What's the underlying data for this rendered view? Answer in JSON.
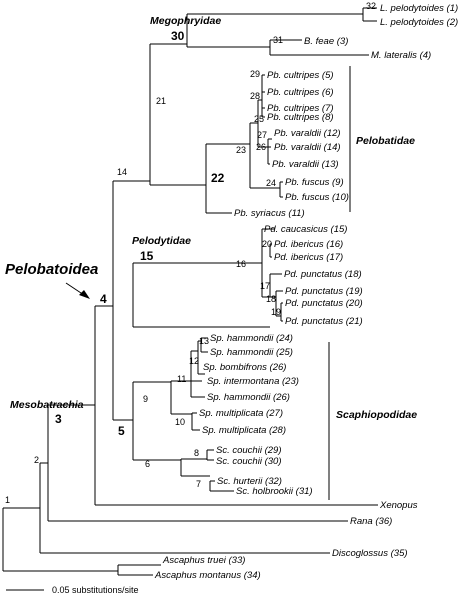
{
  "tree": {
    "leaves": [
      {
        "name": "L. pelodytoides",
        "num": "1",
        "sep": ")"
      },
      {
        "name": "L. pelodytoides",
        "num": "2"
      },
      {
        "name": "B. feae",
        "num": "3"
      },
      {
        "name": "M. lateralis",
        "num": "4"
      },
      {
        "name": "Pb. cultripes",
        "num": "5"
      },
      {
        "name": "Pb. cultripes",
        "num": "6"
      },
      {
        "name": "Pb. cultripes",
        "num": "7"
      },
      {
        "name": "Pb. cultripes",
        "num": "8"
      },
      {
        "name": "Pb. varaldii",
        "num": "12"
      },
      {
        "name": "Pb. varaldii",
        "num": "14"
      },
      {
        "name": "Pb. varaldii",
        "num": "13"
      },
      {
        "name": "Pb. fuscus",
        "num": "9"
      },
      {
        "name": "Pb. fuscus",
        "num": "10"
      },
      {
        "name": "Pb. syriacus",
        "num": "11"
      },
      {
        "name": "Pd. caucasicus",
        "num": "15"
      },
      {
        "name": "Pd. ibericus",
        "num": "16"
      },
      {
        "name": "Pd. ibericus",
        "num": "17"
      },
      {
        "name": "Pd. punctatus",
        "num": "18"
      },
      {
        "name": "Pd. punctatus",
        "num": "19"
      },
      {
        "name": "Pd. punctatus",
        "num": "20"
      },
      {
        "name": "Pd. punctatus",
        "num": "21"
      },
      {
        "name": "Sp. hammondii",
        "num": "24"
      },
      {
        "name": "Sp. hammondii",
        "num": "25"
      },
      {
        "name": "Sp. bombifrons",
        "num": "26"
      },
      {
        "name": "Sp. intermontana",
        "num": "23"
      },
      {
        "name": "Sp. hammondii",
        "num": "26"
      },
      {
        "name": "Sp. multiplicata",
        "num": "27"
      },
      {
        "name": "Sp. multiplicata",
        "num": "28"
      },
      {
        "name": "Sc. couchii",
        "num": "29"
      },
      {
        "name": "Sc. couchii",
        "num": "30"
      },
      {
        "name": "Sc. hurterii",
        "num": "32"
      },
      {
        "name": "Sc. holbrookii",
        "num": "31"
      },
      {
        "name": "Xenopus",
        "num": ""
      },
      {
        "name": "Rana",
        "num": "36"
      },
      {
        "name": "Discoglossus",
        "num": "35"
      },
      {
        "name": "Ascaphus truei",
        "num": "33"
      },
      {
        "name": "Ascaphus montanus",
        "num": "34"
      }
    ],
    "node_numbers": [
      "32",
      "31",
      "29",
      "28",
      "27",
      "26",
      "25",
      "24",
      "23",
      "21",
      "14",
      "20",
      "17",
      "18",
      "19",
      "16",
      "13",
      "12",
      "11",
      "10",
      "9",
      "8",
      "7",
      "6",
      "2",
      "1"
    ],
    "major_nodes": [
      "30",
      "22",
      "15",
      "4",
      "5",
      "3"
    ],
    "clades": {
      "megophryidae": "Megophryidae",
      "pelobatidae": "Pelobatidae",
      "pelodytidae": "Pelodytidae",
      "pelobatoidea": "Pelobatoidea",
      "mesobatrachia": "Mesobatrachia",
      "scaphiopodidae": "Scaphiopodidae"
    },
    "scale_label": "0.05 substitutions/site",
    "scale_value": 0.05
  }
}
